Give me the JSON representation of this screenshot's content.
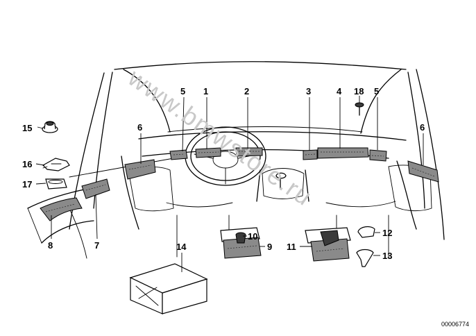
{
  "diagram": {
    "drawing_number": "00006774",
    "watermark": "www.bmwstore.ru",
    "callouts": [
      {
        "id": "c5a",
        "label": "5"
      },
      {
        "id": "c1",
        "label": "1"
      },
      {
        "id": "c2",
        "label": "2"
      },
      {
        "id": "c3",
        "label": "3"
      },
      {
        "id": "c4",
        "label": "4"
      },
      {
        "id": "c18",
        "label": "18"
      },
      {
        "id": "c5b",
        "label": "5"
      },
      {
        "id": "c6a",
        "label": "6"
      },
      {
        "id": "c6b",
        "label": "6"
      },
      {
        "id": "c15",
        "label": "15"
      },
      {
        "id": "c16",
        "label": "16"
      },
      {
        "id": "c17",
        "label": "17"
      },
      {
        "id": "c8",
        "label": "8"
      },
      {
        "id": "c7",
        "label": "7"
      },
      {
        "id": "c14",
        "label": "14"
      },
      {
        "id": "c10",
        "label": "10"
      },
      {
        "id": "c9",
        "label": "9"
      },
      {
        "id": "c11",
        "label": "11"
      },
      {
        "id": "c12",
        "label": "12"
      },
      {
        "id": "c13",
        "label": "13"
      }
    ]
  }
}
